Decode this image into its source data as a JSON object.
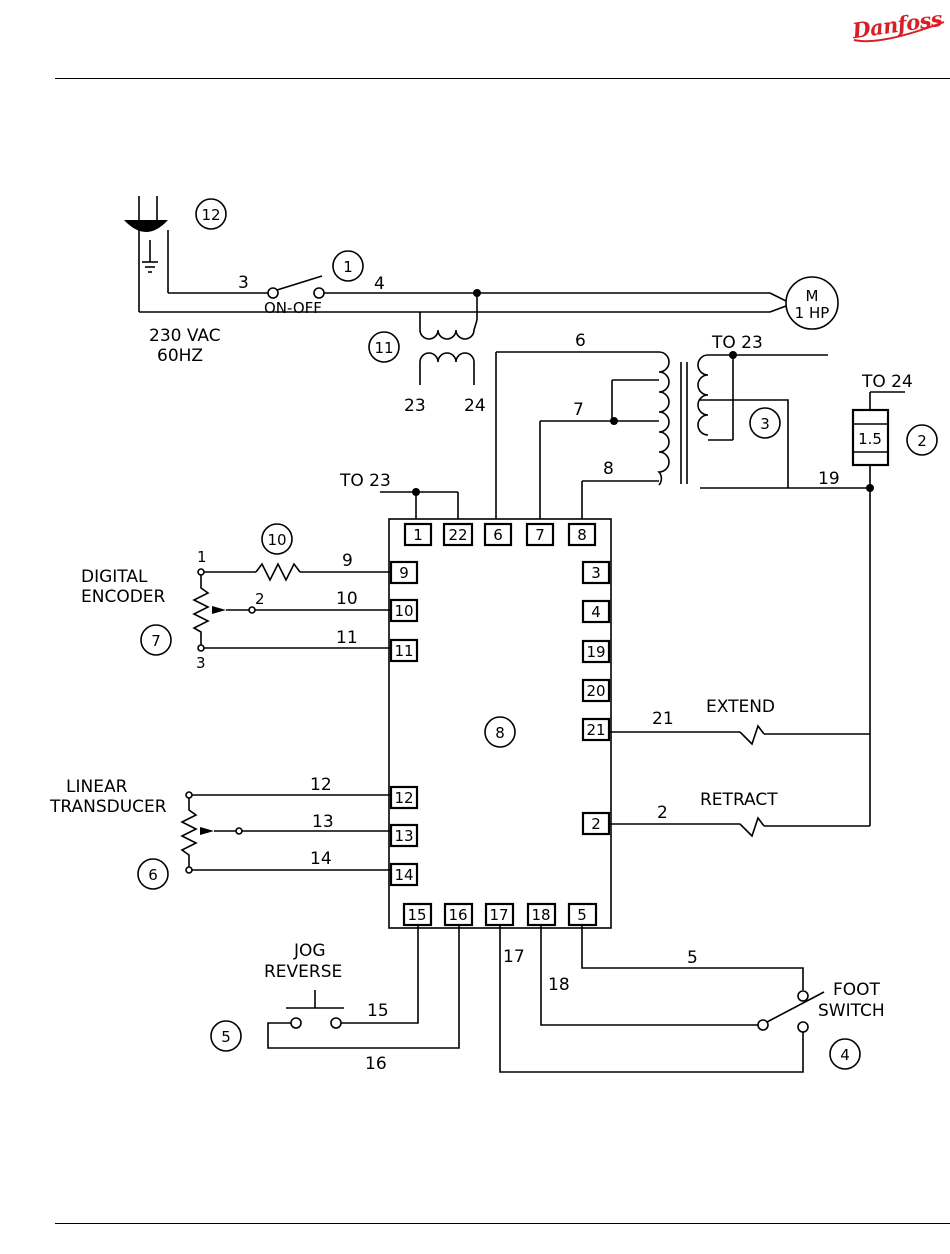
{
  "logo": {
    "text": "Danfoss",
    "color": "#d61f26"
  },
  "callouts": {
    "c1": "1",
    "c2": "2",
    "c3": "3",
    "c4": "4",
    "c5": "5",
    "c6": "6",
    "c7": "7",
    "c8": "8",
    "c10": "10",
    "c11": "11",
    "c12": "12"
  },
  "labels": {
    "supply_line1": "230 VAC",
    "supply_line2": "60HZ",
    "switch": "ON-OFF",
    "motor_line1": "M",
    "motor_line2": "1 HP",
    "to23_top": "TO 23",
    "to24": "TO 24",
    "to23_left": "TO 23",
    "fuse": "1.5",
    "encoder_line1": "DIGITAL",
    "encoder_line2": "ENCODER",
    "transducer_line1": "LINEAR",
    "transducer_line2": "TRANSDUCER",
    "extend": "EXTEND",
    "retract": "RETRACT",
    "jog_line1": "JOG",
    "jog_line2": "REVERSE",
    "foot_line1": "FOOT",
    "foot_line2": "SWITCH"
  },
  "wires": {
    "w3": "3",
    "w4": "4",
    "w6": "6",
    "w7": "7",
    "w8": "8",
    "w19": "19",
    "w23": "23",
    "w24": "24",
    "w9": "9",
    "w10": "10",
    "w11": "11",
    "w12": "12",
    "w13": "13",
    "w14": "14",
    "w21": "21",
    "w2": "2",
    "w15": "15",
    "w16": "16",
    "w17": "17",
    "w18": "18",
    "w5": "5",
    "pot1": "1",
    "pot2": "2",
    "pot3": "3"
  },
  "terminals": {
    "top": [
      "1",
      "22",
      "6",
      "7",
      "8"
    ],
    "left": [
      "9",
      "10",
      "11",
      "12",
      "13",
      "14"
    ],
    "right": [
      "3",
      "4",
      "19",
      "20",
      "21",
      "2"
    ],
    "bottom": [
      "15",
      "16",
      "17",
      "18",
      "5"
    ]
  }
}
